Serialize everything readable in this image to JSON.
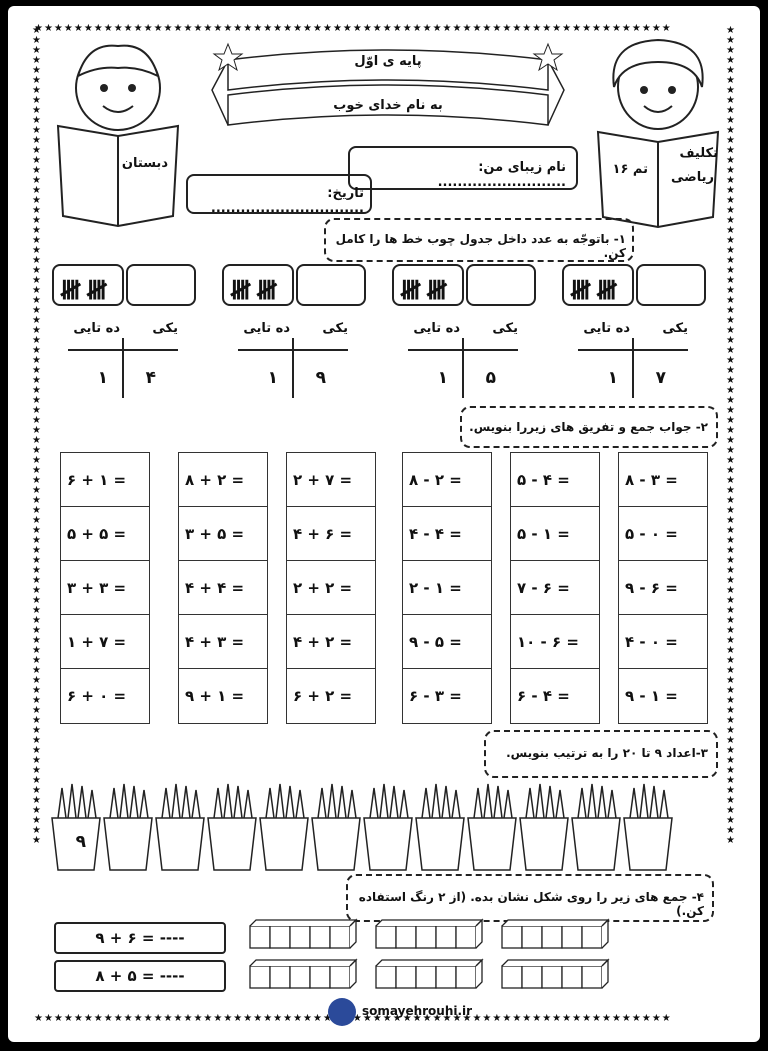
{
  "header": {
    "grade": "پایه ی اوّل",
    "motto": "به نام خدای خوب",
    "school_label": "دبستان",
    "homework_label": "تکلیف",
    "subject_label": "ریاضی",
    "theme_label": "تم ۱۶",
    "name_label": "نام زیبای من: ..........................",
    "date_label": "تاریخ: ..............................."
  },
  "q1": {
    "instruction": "۱- باتوجّه به عدد داخل جدول چوب خط ها را کامل کن.",
    "ones_label": "یکی",
    "tens_label": "ده تایی",
    "items": [
      {
        "tens": "۱",
        "ones": "۴"
      },
      {
        "tens": "۱",
        "ones": "۹"
      },
      {
        "tens": "۱",
        "ones": "۵"
      },
      {
        "tens": "۱",
        "ones": "۷"
      }
    ]
  },
  "q2": {
    "instruction": "۲- جواب جمع و تفریق های زیررا بنویس.",
    "columns": [
      [
        "۶ + ۱ =",
        "۵ + ۵ =",
        "۳ + ۳ =",
        "۱ + ۷ =",
        "۶ + ۰ ="
      ],
      [
        "۸ + ۲ =",
        "۳ + ۵ =",
        "۴ + ۴ =",
        "۴ + ۳ =",
        "۹ + ۱ ="
      ],
      [
        "۲ + ۷ =",
        "۴ + ۶ =",
        "۲ + ۲ =",
        "۴ + ۲ =",
        "۶ + ۲ ="
      ],
      [
        "۸ - ۲ =",
        "۴ - ۴ =",
        "۲ - ۱ =",
        "۹ - ۵ =",
        "۶ - ۳ ="
      ],
      [
        "۵ - ۴ =",
        "۵ - ۱ =",
        "۷ - ۶ =",
        "۱۰ - ۶ =",
        "۶ - ۴ ="
      ],
      [
        "۸ - ۳ =",
        "۵ - ۰ =",
        "۹ - ۶ =",
        "۴ - ۰ =",
        "۹ - ۱ ="
      ]
    ]
  },
  "q3": {
    "instruction": "۳-اعداد ۹ تا ۲۰ را به ترتیب بنویس.",
    "first_value": "۹"
  },
  "q4": {
    "instruction": "۴- جمع های زیر را روی شکل نشان بده. (از ۲ رنگ استفاده کن.)",
    "sums": [
      "۹ + ۶ = ----",
      "۸ + ۵ = ----"
    ]
  },
  "footer": {
    "website": "somayehrouhi.ir"
  }
}
